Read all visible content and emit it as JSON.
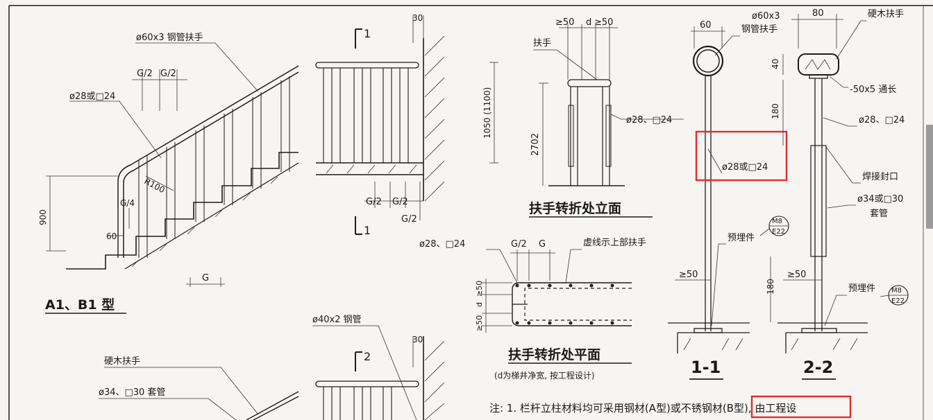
{
  "labels": {
    "handrail_pipe": "ø60x3 钢管扶手",
    "g_half_a": "G/2",
    "g_half_b": "G/2",
    "baluster_a1": "ø28或□24",
    "radius": "R100",
    "g_quarter": "G/4",
    "dim_60": "60",
    "dim_900": "900",
    "g_tread": "G",
    "a1b1_type": "A1、B1 型",
    "section_1_top": "1",
    "section_1_bottom": "1",
    "dim_30_top": "30",
    "dim_1050": "1050 (1100)",
    "g_half_c": "G/2",
    "g_half_d": "G/2",
    "g_half_e": "G/2",
    "dim_ge50_a": "≥50",
    "dim_d": "d",
    "dim_ge50_b": "≥50",
    "handrail": "扶手",
    "dim_2702": "2702",
    "baluster_b": "ø28、□24",
    "turn_elevation": "扶手转折处立面",
    "baluster_c": "ø28、□24",
    "g_half_f": "G/2",
    "g_full": "G",
    "dashed_note": "虚线示上部扶手",
    "dim_ge50_c": "≥50",
    "dim_d2": "d",
    "dim_ge50_d": "≥50",
    "turn_plan": "扶手转折处平面",
    "plan_note": "(d为梯井净宽, 按工程设计)",
    "pipe_40": "ø40x2 钢管",
    "dim_30_bottom": "30",
    "section_2": "2",
    "wood_rail": "硬木扶手",
    "sleeve": "ø34、□30 套管",
    "s11_dim60": "60",
    "s11_pipe": "ø60x3",
    "s11_pipe2": "钢管扶手",
    "s11_baluster": "ø28或□24",
    "s11_embed": "预埋件",
    "s11_m8": "M8",
    "s11_e22": "E22",
    "s11_ge50": "≥50",
    "s11_title": "1-1",
    "s22_dim80": "80",
    "s22_wood": "硬木扶手",
    "s22_dim40": "40",
    "s22_flat": "-50x5 通长",
    "s22_dim180": "180",
    "s22_baluster": "ø28、□24",
    "s22_weld": "焊接封口",
    "s22_sleeve": "ø34或□30",
    "s22_sleeve2": "套管",
    "s22_ge50": "≥50",
    "s22_dim180b": "180",
    "s22_embed": "预埋件",
    "s22_m8": "M8",
    "s22_e22": "E22",
    "s22_title": "2-2",
    "note": "注: 1. 栏杆立柱材料均可采用钢材(A型)或不锈钢材(B型), 由工程设"
  },
  "colors": {
    "ink": "#1c1c1c",
    "highlight": "#e52b2b",
    "paper": "#f6f5f1"
  }
}
